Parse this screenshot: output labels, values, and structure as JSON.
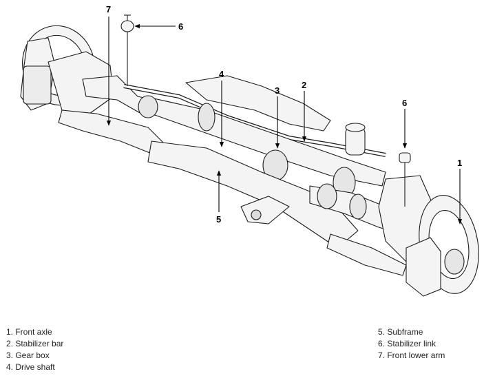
{
  "callouts": [
    "7",
    "6",
    "4",
    "3",
    "2",
    "6",
    "1",
    "5"
  ],
  "legend": {
    "left": [
      "1. Front axle",
      "2. Stabilizer bar",
      "3. Gear box",
      "4. Drive shaft"
    ],
    "right": [
      "5. Subframe",
      "6. Stabilizer link",
      "7. Front lower arm"
    ]
  },
  "colors": {
    "line": "#1a1a1a",
    "fill": "#f4f4f4"
  }
}
